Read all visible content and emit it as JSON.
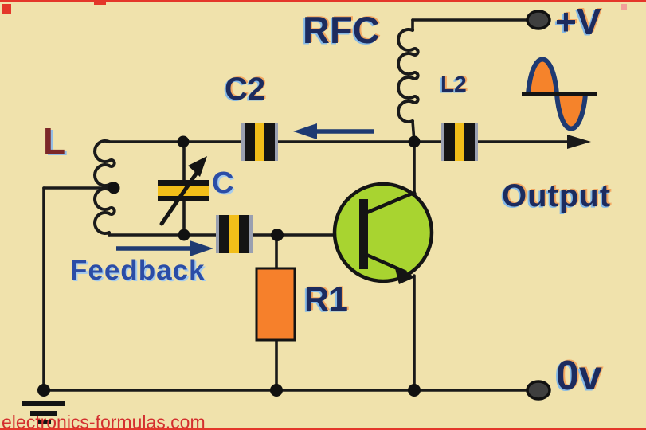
{
  "labels": {
    "rfc": "RFC",
    "l2": "L2",
    "supply": "+V",
    "c2": "C2",
    "tank_inductor": "L",
    "tuning_capacitor": "C",
    "feedback": "Feedback",
    "r1": "R1",
    "output": "Output",
    "zero_volt": "0v",
    "watermark": "electronics-formulas.com"
  },
  "colors": {
    "background": "#F0E2AC",
    "wire": "#1A1A1A",
    "label_navy": "#1C2B5E",
    "label_blue": "#2B4DA6",
    "label_maroon": "#7C2828",
    "arrow_navy": "#1E3A72",
    "resistor_orange": "#F6802B",
    "capacitor_yellow": "#F2BE19",
    "transistor_green": "#A8D430",
    "watermark_red": "#D32F2F",
    "border_red": "#E4372A"
  },
  "icons": {
    "sine_wave": "sine-wave-icon (one cycle, orange lobes, navy outline)",
    "ground": "earth-ground-icon (three shrinking bars)",
    "npn_transistor": "npn-transistor-icon (green circle)",
    "rfc_coil": "inductor-coil-icon (vertical, 4 loops)",
    "tank_coil": "inductor-coil-icon (vertical, 4 loops, center tap)",
    "variable_capacitor": "variable-capacitor-icon (diagonal arrow)",
    "fixed_capacitor": "capacitor-icon (black-yellow-black block)",
    "resistor": "resistor-icon (orange box)",
    "terminal": "terminal-dot-icon",
    "arrow_left": "arrow-left-icon",
    "arrow_right": "arrow-right-icon",
    "output_arrow": "arrow-right-icon"
  }
}
